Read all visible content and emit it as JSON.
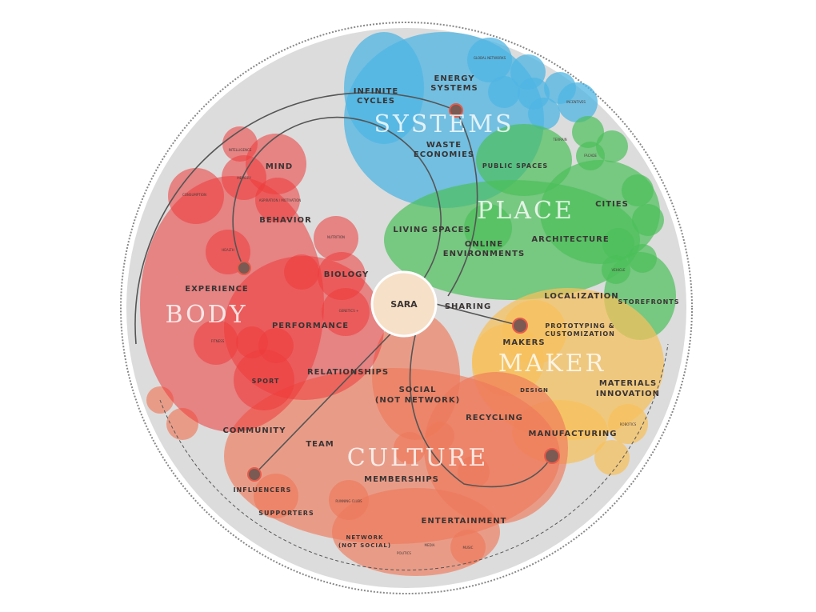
{
  "center": "SARA",
  "colors": {
    "systems": "#4fb6e3",
    "place": "#4cbf5a",
    "maker": "#f7c15c",
    "culture": "#ee7a5a",
    "body": "#ee3b3b",
    "background": "#dcdcdc"
  },
  "groups": {
    "systems": "SYSTEMS",
    "place": "PLACE",
    "maker": "MAKER",
    "culture": "CULTURE",
    "body": "BODY"
  },
  "labels": {
    "infinite_cycles": [
      "INFINITE",
      "CYCLES"
    ],
    "energy_systems": [
      "ENERGY",
      "SYSTEMS"
    ],
    "waste_economies": [
      "WASTE",
      "ECONOMIES"
    ],
    "public_spaces": "PUBLIC SPACES",
    "living_spaces": "LIVING SPACES",
    "online_env": [
      "ONLINE",
      "ENVIRONMENTS"
    ],
    "architecture": "ARCHITECTURE",
    "cities": "CITIES",
    "storefronts": "STOREFRONTS",
    "localization": "LOCALIZATION",
    "sharing": "SHARING",
    "prototyping": [
      "PROTOTYPING &",
      "CUSTOMIZATION"
    ],
    "makers": "MAKERS",
    "materials": [
      "MATERIALS",
      "INNOVATION"
    ],
    "design": "DESIGN",
    "manufacturing": "MANUFACTURING",
    "recycling": "RECYCLING",
    "social": [
      "SOCIAL",
      "(NOT NETWORK)"
    ],
    "relationships": "RELATIONSHIPS",
    "team": "TEAM",
    "memberships": "MEMBERSHIPS",
    "entertainment": "ENTERTAINMENT",
    "network": [
      "NETWORK",
      "(NOT SOCIAL)"
    ],
    "community": "COMMUNITY",
    "influencers": "INFLUENCERS",
    "supporters": "SUPPORTERS",
    "mind": "MIND",
    "behavior": "BEHAVIOR",
    "experience": "EXPERIENCE",
    "performance": "PERFORMANCE",
    "biology": "BIOLOGY",
    "sport": "SPORT"
  },
  "small_labels": {
    "global_networks": "GLOBAL NETWORKS",
    "incentives": "INCENTIVES",
    "terrain": "TERRAIN",
    "facade": "FACADE",
    "intelligence": "INTELLIGENCE",
    "memory": "MEMORY",
    "consumption": "CONSUMPTION",
    "aspiration": "ASPIRATION / MOTIVATION",
    "health": "HEALTH",
    "nutrition": "NUTRITION",
    "fitness": "FITNESS",
    "running_clubs": "RUNNING CLUBS",
    "media": "MEDIA",
    "music": "MUSIC",
    "politics": "POLITICS",
    "robotics": "ROBOTICS",
    "vehicle": "VEHICLE",
    "genetics": "GENETICS +"
  }
}
